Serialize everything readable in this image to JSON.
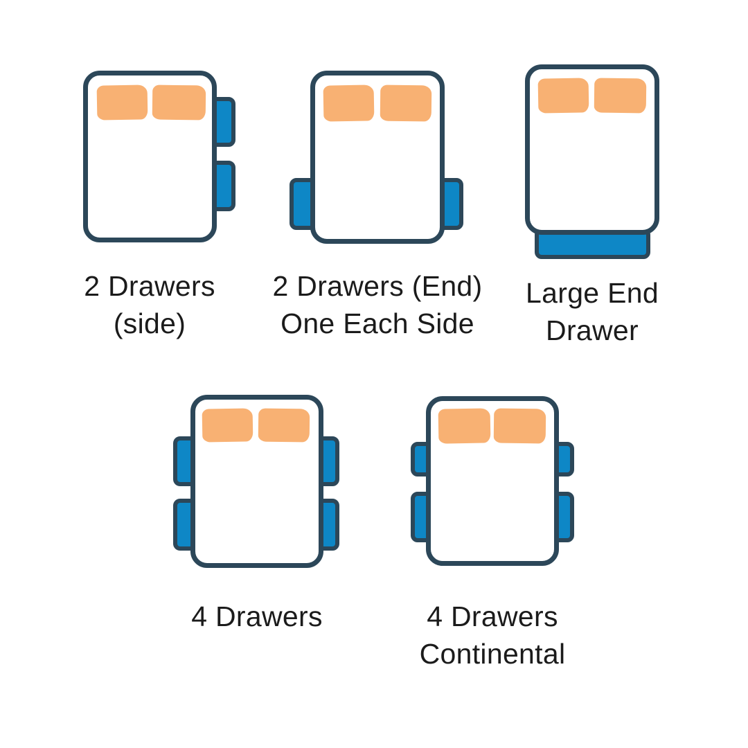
{
  "colors": {
    "outline": "#2C4759",
    "drawer_blue": "#0E87C6",
    "pillow_orange": "#F8B173",
    "text": "#1B1B1B",
    "background": "#FFFFFF"
  },
  "figures": [
    {
      "id": "2-drawers-side",
      "caption_lines": [
        "2 Drawers",
        "(side)"
      ],
      "drawer_config": "two drawers on right side",
      "drawer_count": 2
    },
    {
      "id": "2-drawers-end-one-each-side",
      "caption_lines": [
        "2 Drawers (End)",
        "One Each Side"
      ],
      "drawer_config": "one drawer each side near foot end",
      "drawer_count": 2
    },
    {
      "id": "large-end-drawer",
      "caption_lines": [
        "Large End",
        "Drawer"
      ],
      "drawer_config": "one large drawer at foot end",
      "drawer_count": 1
    },
    {
      "id": "4-drawers",
      "caption_lines": [
        "4 Drawers"
      ],
      "drawer_config": "two equal drawers on each side",
      "drawer_count": 4
    },
    {
      "id": "4-drawers-continental",
      "caption_lines": [
        "4 Drawers",
        "Continental"
      ],
      "drawer_config": "short top drawer and long bottom drawer on each side",
      "drawer_count": 4
    }
  ]
}
